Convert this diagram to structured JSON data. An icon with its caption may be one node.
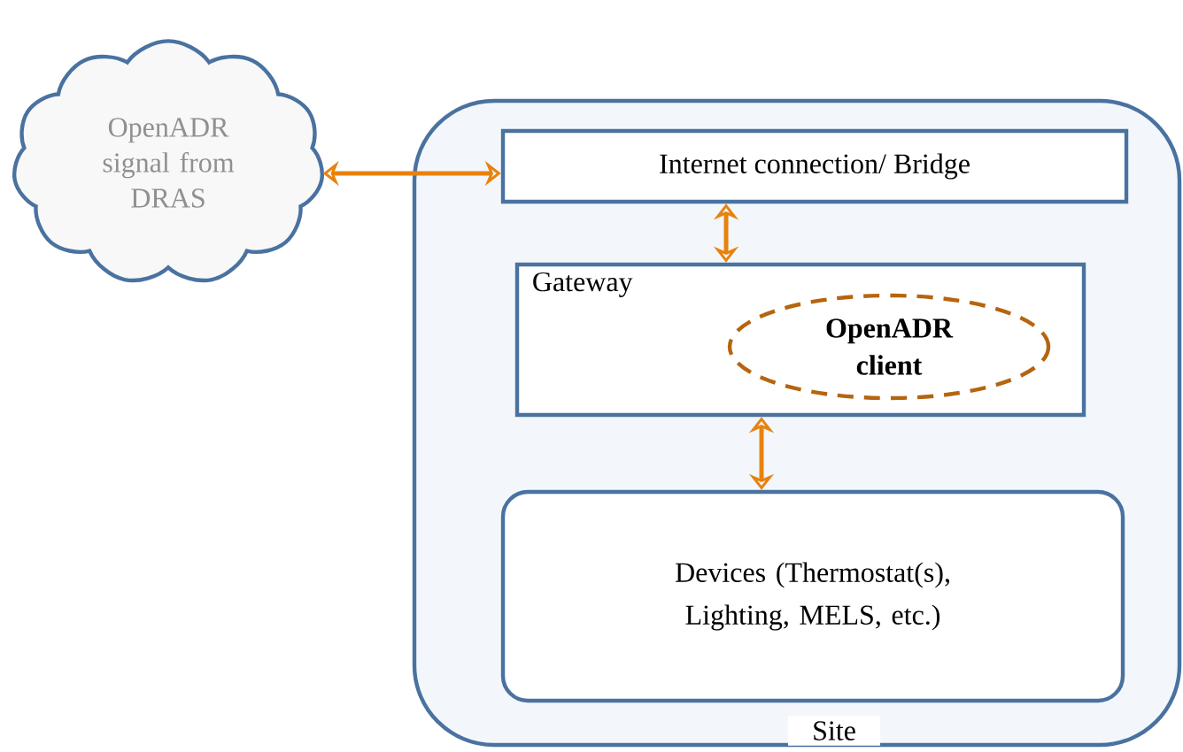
{
  "diagram": {
    "nodes": [
      {
        "text": [
          "OpenADR signal from DRAS"
        ]
      },
      {
        "text": [
          "Site"
        ]
      },
      {
        "text": [
          "Internet connection/ Bridge"
        ],
        "in": 1
      },
      {
        "text": [
          "Gateway"
        ],
        "in": 1
      },
      {
        "text": [
          "OpenADR client"
        ],
        "in": 3
      },
      {
        "text": [
          "Devices (Thermostat(s), Lighting, MELS, etc.)"
        ],
        "in": 1
      }
    ],
    "edges": [
      {
        "from": 0,
        "to": 2,
        "arrow": "both"
      },
      {
        "from": 2,
        "to": 3,
        "arrow": "both"
      },
      {
        "from": 3,
        "to": 5,
        "arrow": "both"
      }
    ]
  }
}
